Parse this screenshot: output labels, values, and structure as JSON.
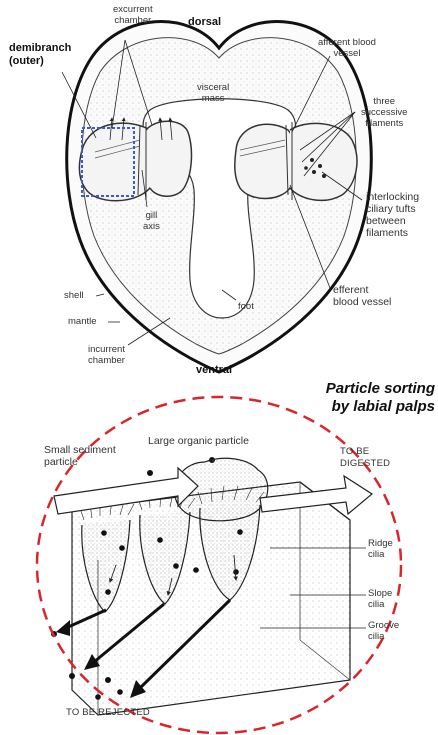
{
  "top_diagram": {
    "labels": {
      "excurrent_chamber": [
        "excurrent",
        "chamber"
      ],
      "dorsal": "dorsal",
      "afferent": [
        "afferent blood",
        "vessel"
      ],
      "demibranch": [
        "demibranch",
        "(outer)"
      ],
      "visceral": [
        "visceral",
        "mass"
      ],
      "three": [
        "three",
        "successive",
        "filaments"
      ],
      "gill_axis": [
        "gill",
        "axis"
      ],
      "interlocking": [
        "interlocking",
        "ciliary tufts",
        "between",
        "filaments"
      ],
      "efferent": [
        "efferent",
        "blood vessel"
      ],
      "foot": "foot",
      "shell": "shell",
      "mantle": "mantle",
      "incurrent": [
        "incurrent",
        "chamber"
      ],
      "ventral": "ventral"
    }
  },
  "bottom_diagram": {
    "title": [
      "Particle sorting",
      "by labial palps"
    ],
    "labels": {
      "small_sediment": [
        "Small sediment",
        "particle"
      ],
      "large_organic": "Large organic particle",
      "to_be_digested": [
        "TO BE",
        "DIGESTED"
      ],
      "ridge": [
        "Ridge",
        "cilia"
      ],
      "slope": [
        "Slope",
        "cilia"
      ],
      "groove": [
        "Groove",
        "cilia"
      ],
      "to_be_rejected": "TO BE REJECTED"
    }
  },
  "colors": {
    "highlight_box": "#3b5bd6",
    "dashed_circle": "#d9262b",
    "line": "#222222"
  }
}
